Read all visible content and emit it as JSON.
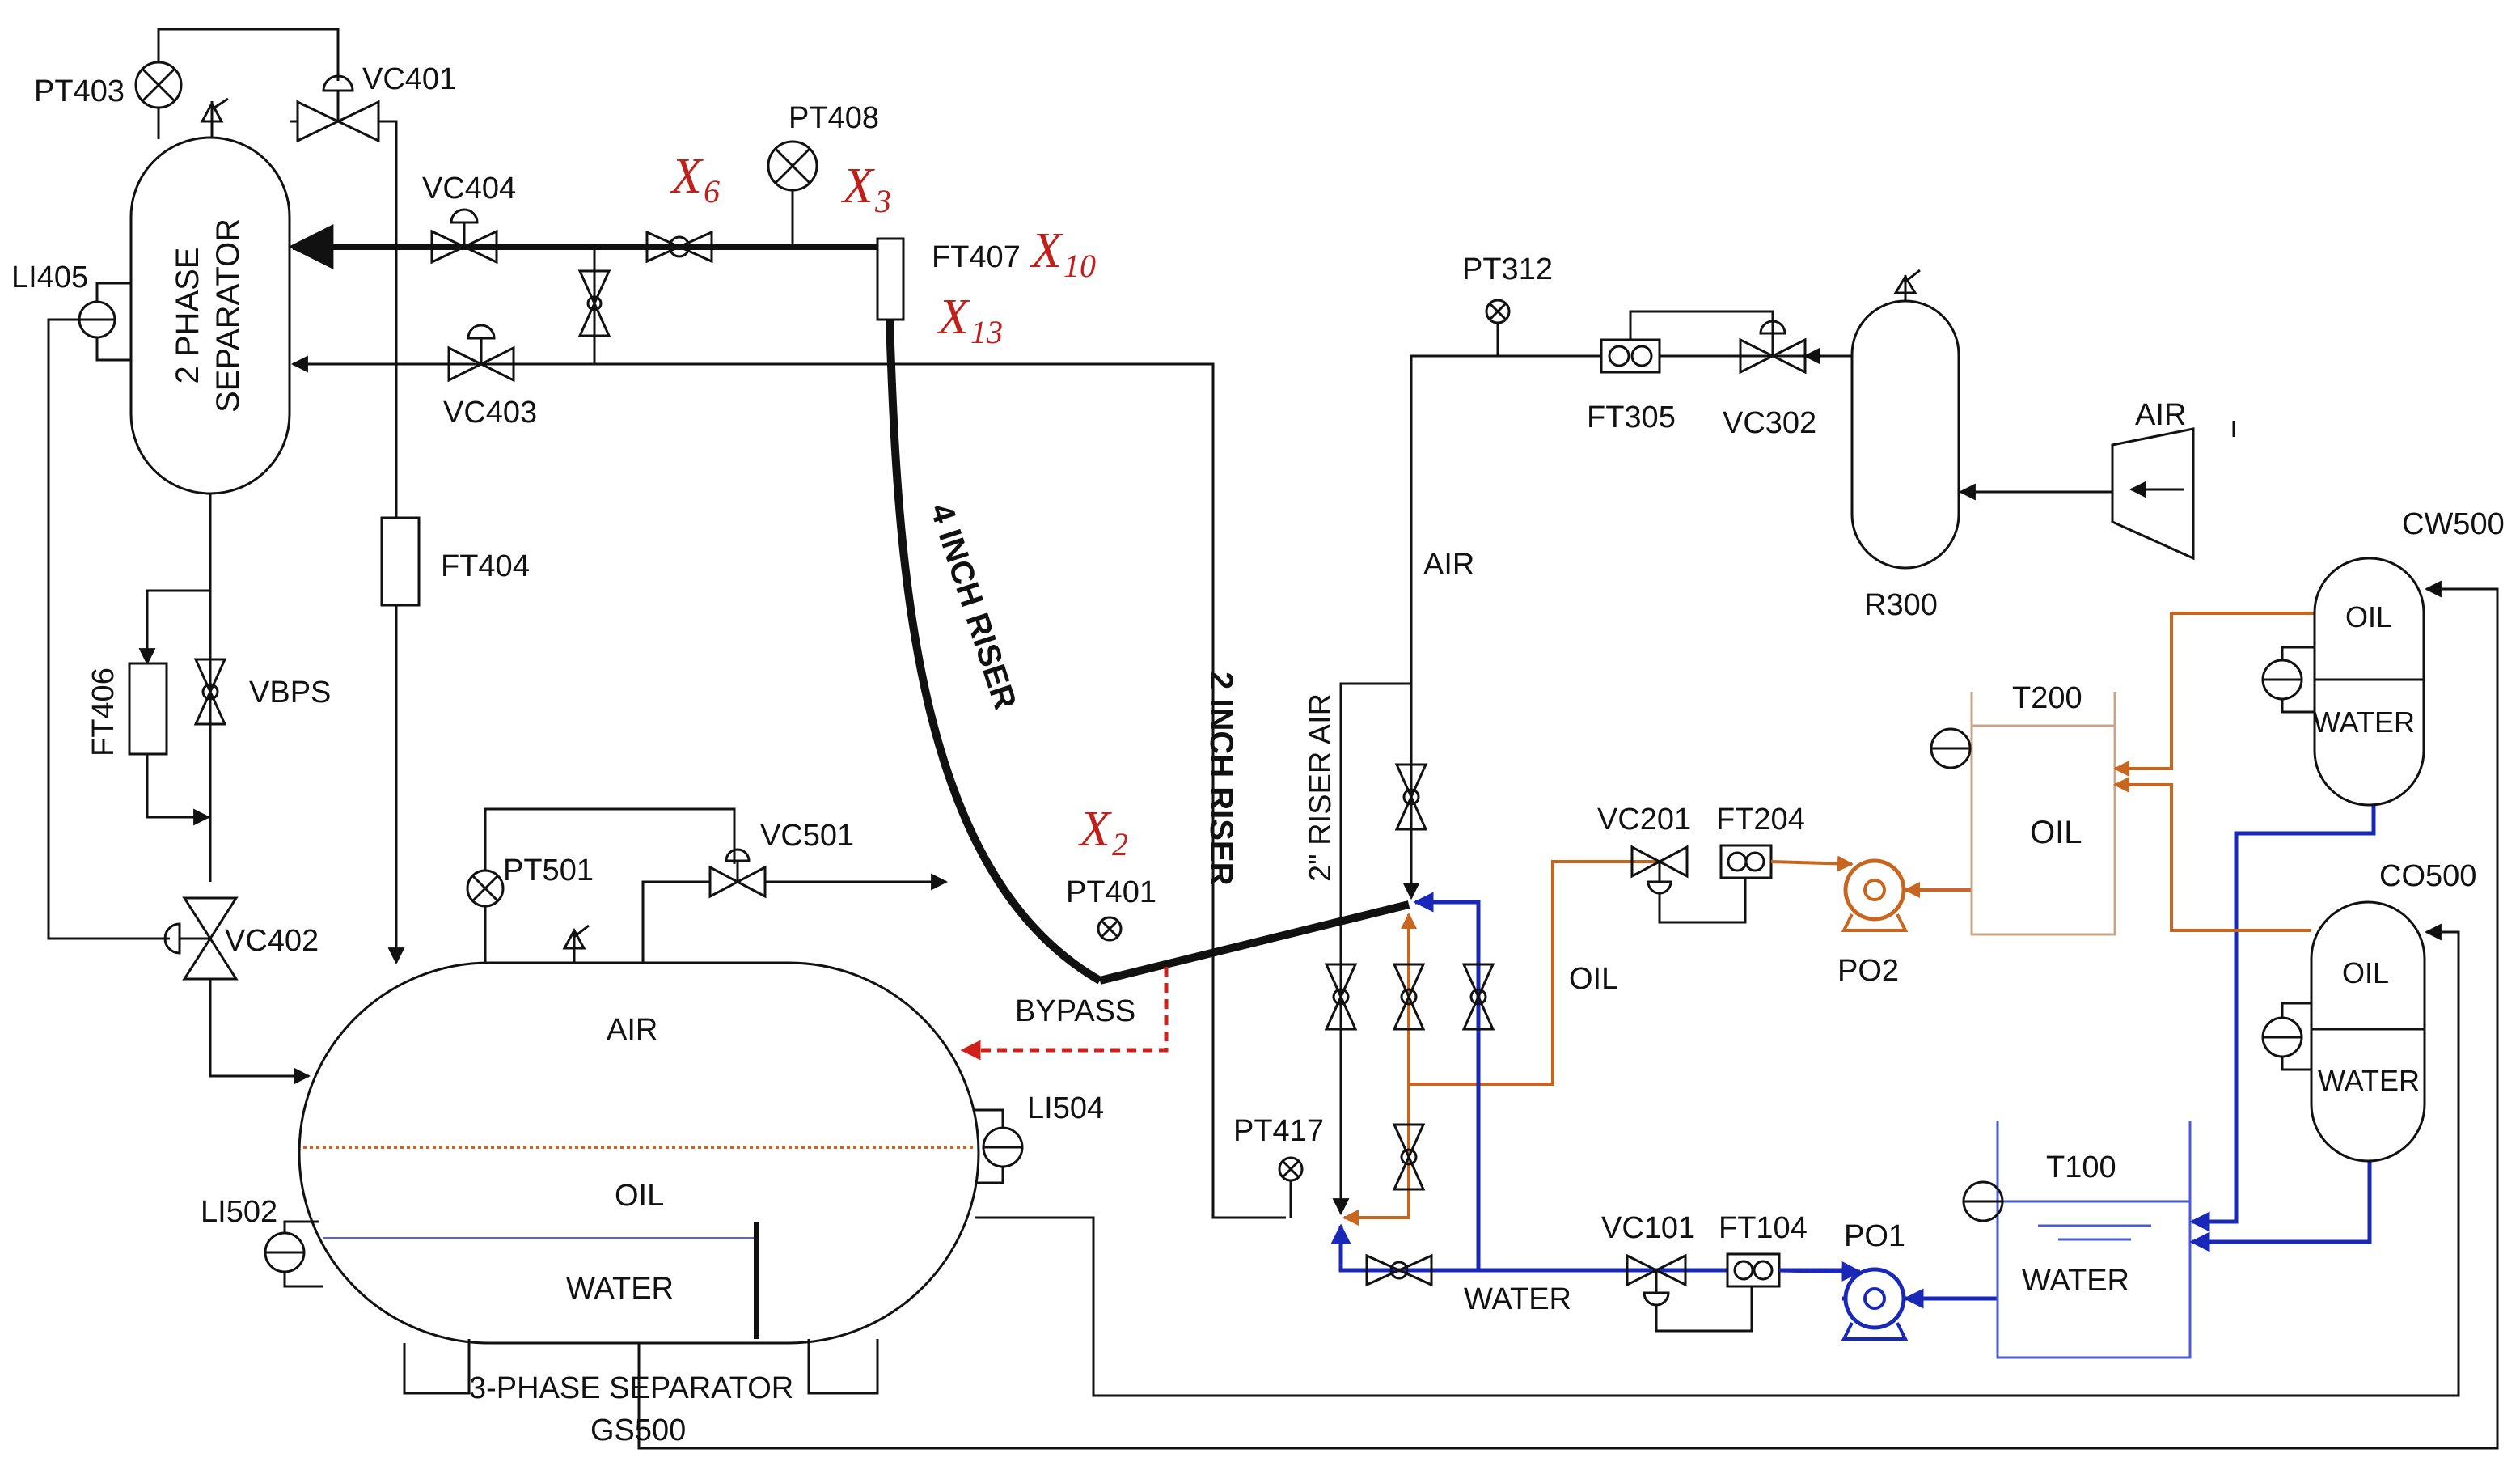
{
  "title": "",
  "labels": {
    "pt403": "PT403",
    "vc401": "VC401",
    "vc404": "VC404",
    "vc403": "VC403",
    "li405": "LI405",
    "separator_line1": "2 PHASE",
    "separator_line2": "SEPARATOR",
    "ft404": "FT404",
    "ft406": "FT406",
    "vbps": "VBPS",
    "vc402": "VC402",
    "pt408": "PT408",
    "ft407": "FT407",
    "pt312": "PT312",
    "ft305": "FT305",
    "vc302": "VC302",
    "air_top": "AIR",
    "r300": "R300",
    "air_vertical": "AIR",
    "cw500": "CW500",
    "oil_cw": "OIL",
    "water_cw": "WATER",
    "t200": "T200",
    "oil_t200": "OIL",
    "vc201": "VC201",
    "ft204": "FT204",
    "po2": "PO2",
    "co500": "CO500",
    "oil_co": "OIL",
    "water_co": "WATER",
    "oil_line": "OIL",
    "riser_4in": "4 INCH RISER",
    "riser_2in": "2 INCH RISER",
    "riser_air": "2\" RISER AIR",
    "pt401": "PT401",
    "bypass": "BYPASS",
    "pt501": "PT501",
    "vc501": "VC501",
    "air_gs": "AIR",
    "oil_gs": "OIL",
    "water_gs": "WATER",
    "li504": "LI504",
    "li502": "LI502",
    "gs_name": "3-PHASE SEPARATOR",
    "gs500": "GS500",
    "pt417": "PT417",
    "vc101": "VC101",
    "ft104": "FT104",
    "po1": "PO1",
    "t100": "T100",
    "water_t100": "WATER",
    "water_line": "WATER"
  },
  "markers": {
    "x6": {
      "base": "X",
      "sub": "6"
    },
    "x3": {
      "base": "X",
      "sub": "3"
    },
    "x10": {
      "base": "X",
      "sub": "10"
    },
    "x13": {
      "base": "X",
      "sub": "13"
    },
    "x2": {
      "base": "X",
      "sub": "2"
    }
  },
  "colors": {
    "oil": "#c8661f",
    "water": "#1a28b8",
    "marker": "#c0201c",
    "bypass": "#d0201a"
  }
}
